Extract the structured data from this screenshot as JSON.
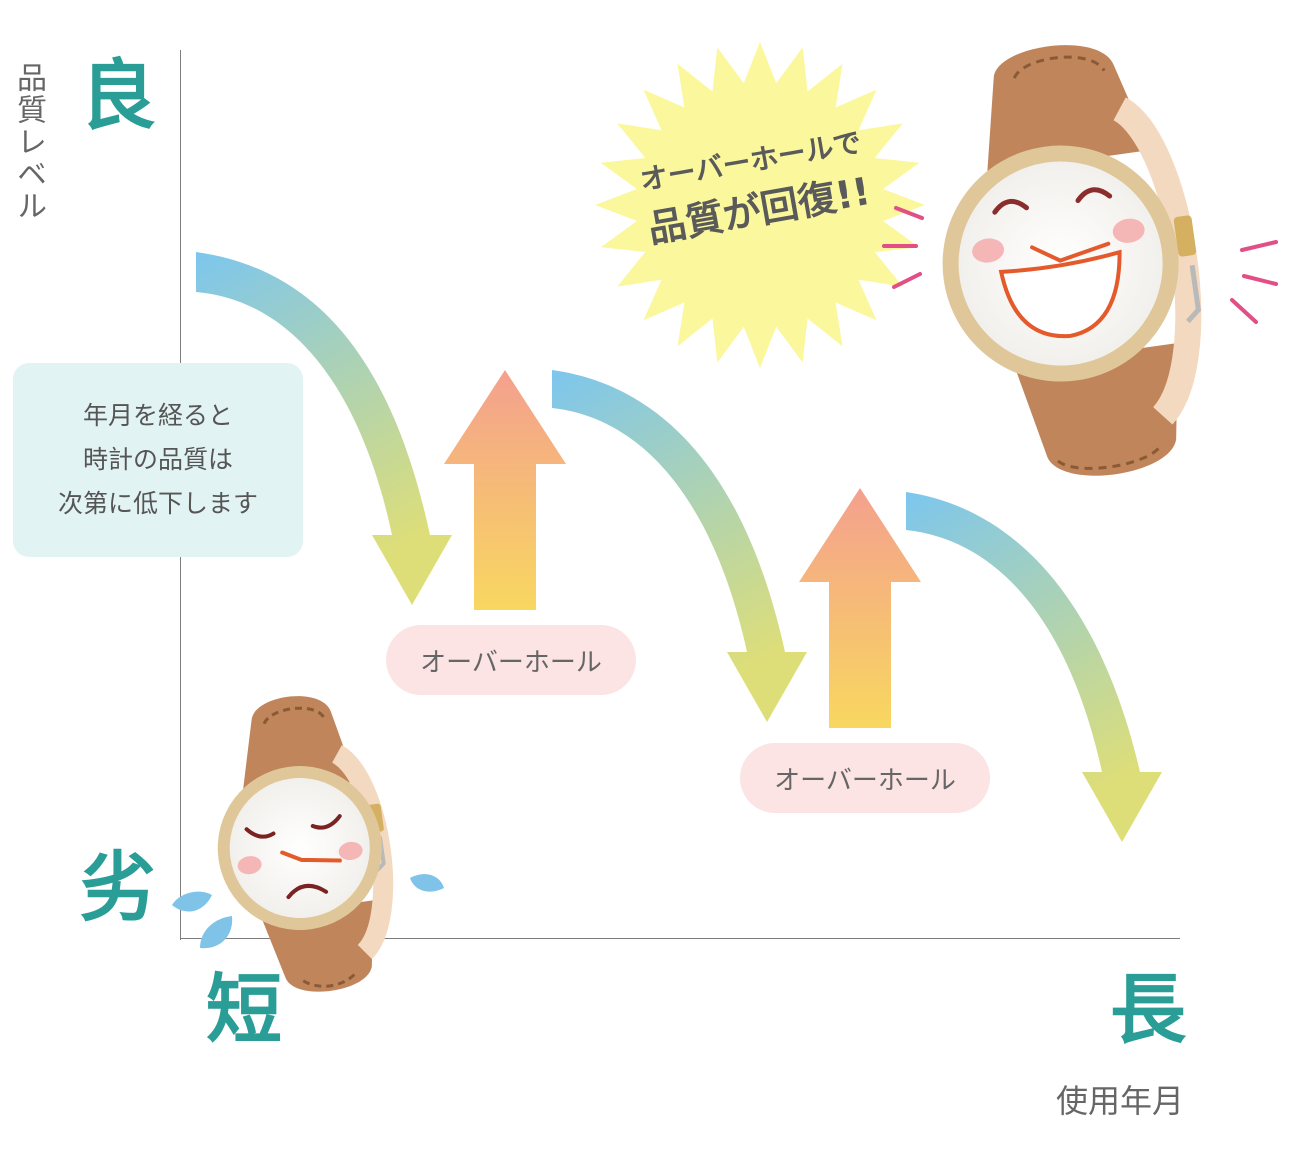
{
  "axes": {
    "y_label": "品質レベル",
    "y_top": "良",
    "y_bottom": "劣",
    "x_label": "使用年月",
    "x_left": "短",
    "x_right": "長"
  },
  "note": {
    "text": "年月を経ると\n時計の品質は\n次第に低下します"
  },
  "overhaul_labels": [
    "オーバーホール",
    "オーバーホール"
  ],
  "burst": {
    "line1": "オーバーホールで",
    "line2": "品質が回復!!"
  },
  "icons": [
    "sad-watch-icon",
    "happy-watch-icon",
    "teardrop-icon",
    "starburst-icon",
    "down-arrow-icon",
    "up-arrow-icon"
  ],
  "colors": {
    "accent": "#2a9d96",
    "down_arrow_start": "#7cc6ee",
    "down_arrow_end": "#dede78",
    "up_arrow_start": "#f4a08e",
    "up_arrow_end": "#f8d760",
    "note_bg": "#e2f3f3",
    "pill_bg": "#fce4e4",
    "burst_fill": "#fbf79c"
  }
}
